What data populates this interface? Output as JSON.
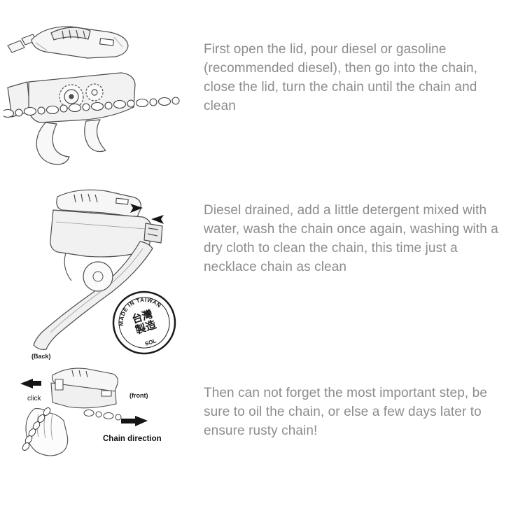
{
  "page": {
    "background": "#ffffff",
    "text_color": "#8c8c8c",
    "line_color": "#4d4d4d",
    "arrow_color": "#151515"
  },
  "steps": [
    {
      "id": "step-1",
      "illustration": "chain-cleaner-exploded-view",
      "text": "First open the lid, pour diesel or gasoline (recommended diesel), then go into the chain, close the lid, turn the chain until the chain and clean"
    },
    {
      "id": "step-2",
      "illustration": "chain-cleaner-with-handle",
      "text": "Diesel drained, add a little detergent mixed with water, wash the chain once again, washing with a dry cloth to clean the chain, this time just a necklace chain as clean",
      "stamp": {
        "top": "MADE IN TAIWAN",
        "center_line1": "台灣",
        "center_line2": "製造",
        "bottom": "SOL"
      }
    },
    {
      "id": "step-3",
      "illustration": "hand-holding-chain-cleaner",
      "text": "Then can not forget the most important step, be sure to oil the chain, or else a few days later to ensure rusty chain!",
      "labels": {
        "back": "(Back)",
        "click": "click",
        "front": "(front)",
        "chain_direction": "Chain direction"
      }
    }
  ]
}
